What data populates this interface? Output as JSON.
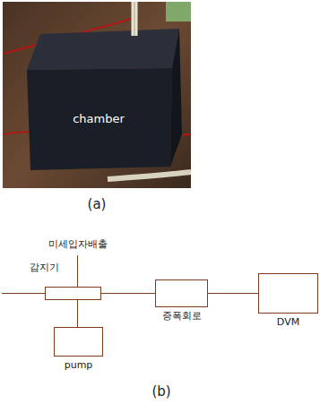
{
  "diagram": {
    "nodes": [
      {
        "text": [
          "감지기"
        ]
      },
      {
        "text": [
          "pump"
        ]
      },
      {
        "text": [
          "증폭회로"
        ]
      },
      {
        "text": [
          "DVM"
        ]
      }
    ],
    "edges": [
      {
        "from": 0,
        "to": 1,
        "arrow": "none"
      },
      {
        "from": 0,
        "to": 2,
        "arrow": "none"
      },
      {
        "from": 2,
        "to": 3,
        "arrow": "none"
      }
    ],
    "labels": [
      "chamber",
      "(a)",
      "미세입자배출",
      "(b)"
    ]
  }
}
